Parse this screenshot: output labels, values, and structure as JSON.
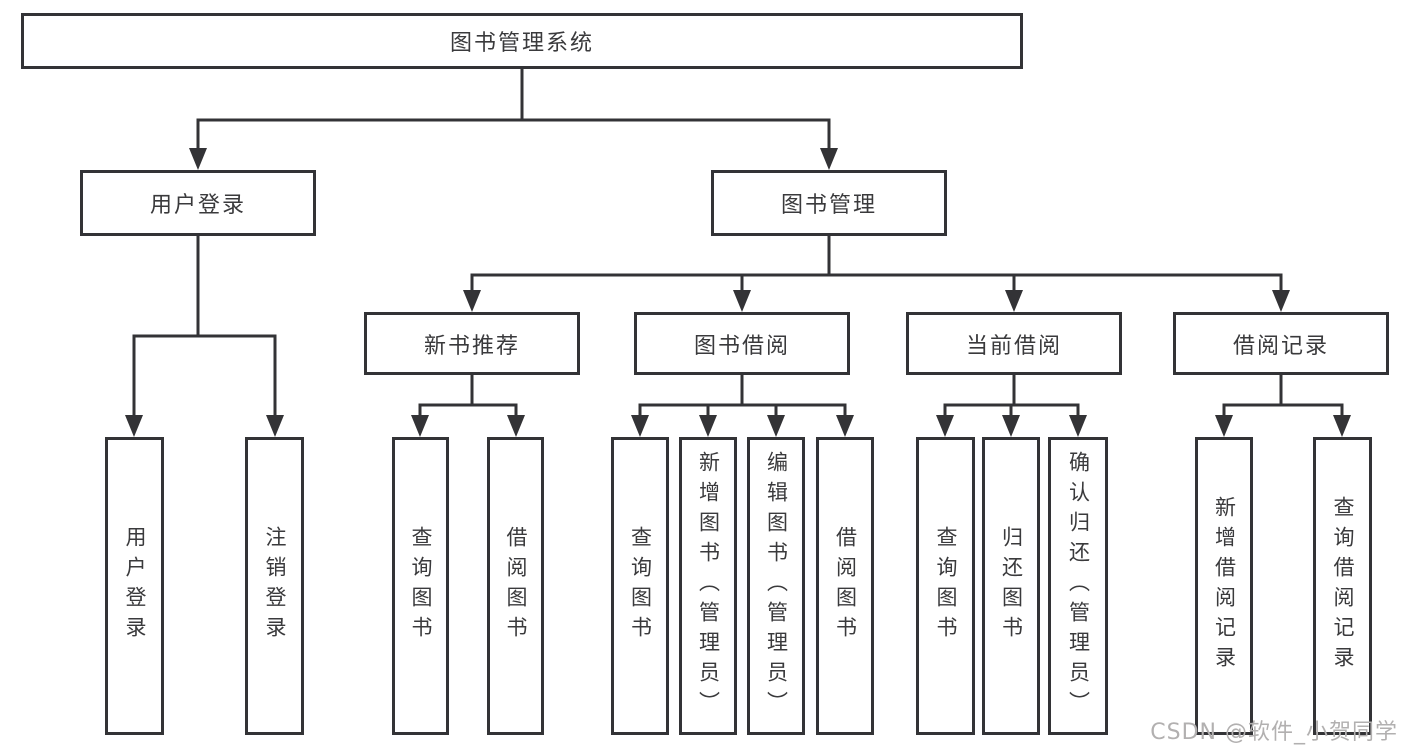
{
  "diagram": {
    "watermark": "CSDN @软件_小贺同学",
    "colors": {
      "line": "#333336",
      "text": "#3a3a3c",
      "background": "#ffffff",
      "watermark": "#b2b0b0"
    },
    "nodes": {
      "root": "图书管理系统",
      "user_login_branch": "用户登录",
      "book_management_branch": "图书管理",
      "leaf_user_login": "用户登录",
      "leaf_logout": "注销登录",
      "new_book_recommend": "新书推荐",
      "book_borrow": "图书借阅",
      "current_borrow": "当前借阅",
      "borrow_records": "借阅记录",
      "nb_query_books": "查询图书",
      "nb_borrow_books": "借阅图书",
      "bw_query_books": "查询图书",
      "bw_add_books_admin": "新增图书（管理员）",
      "bw_edit_books_admin": "编辑图书（管理员）",
      "bw_borrow_books": "借阅图书",
      "cur_query_books": "查询图书",
      "cur_return_books": "归还图书",
      "cur_confirm_return_admin": "确认归还（管理员）",
      "rec_add_record": "新增借阅记录",
      "rec_query_record": "查询借阅记录"
    },
    "hierarchy": {
      "图书管理系统": {
        "用户登录": [
          "用户登录",
          "注销登录"
        ],
        "图书管理": {
          "新书推荐": [
            "查询图书",
            "借阅图书"
          ],
          "图书借阅": [
            "查询图书",
            "新增图书（管理员）",
            "编辑图书（管理员）",
            "借阅图书"
          ],
          "当前借阅": [
            "查询图书",
            "归还图书",
            "确认归还（管理员）"
          ],
          "借阅记录": [
            "新增借阅记录",
            "查询借阅记录"
          ]
        }
      }
    }
  }
}
